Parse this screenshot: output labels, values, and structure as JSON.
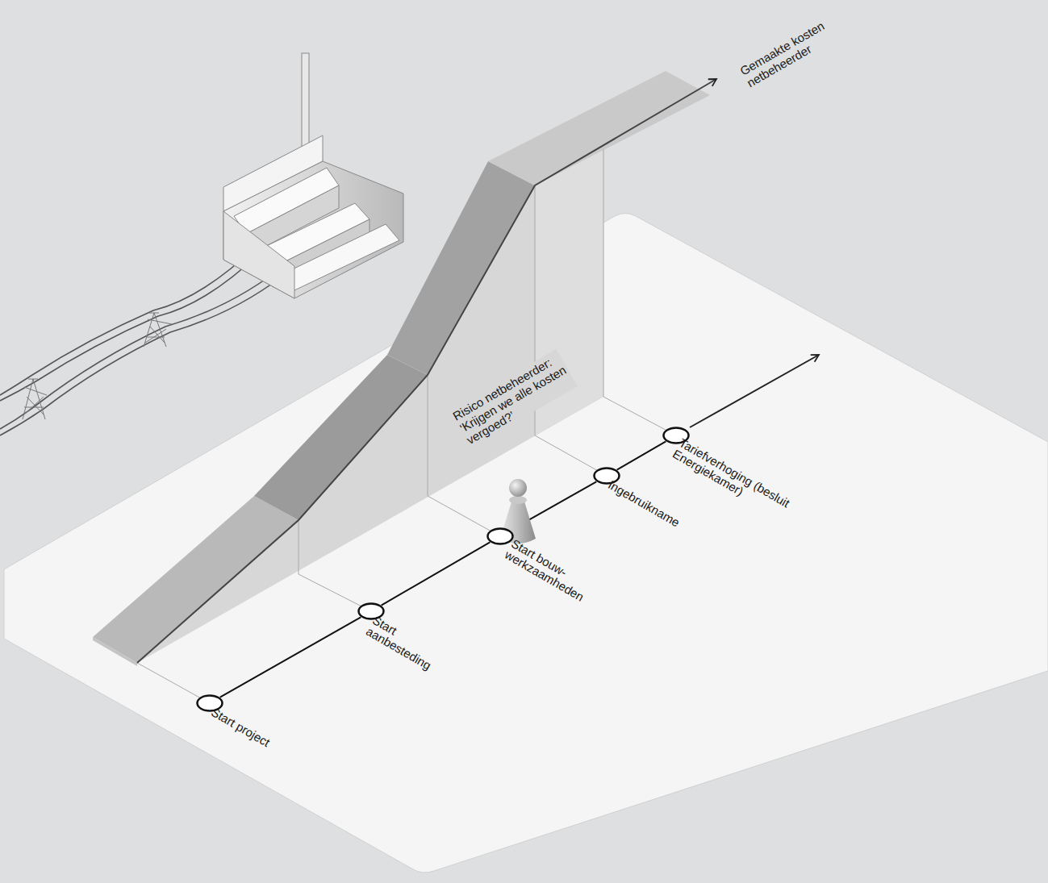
{
  "diagram": {
    "nodes": [
      {
        "text": [
          "Start project"
        ]
      },
      {
        "text": [
          "Start aanbesteding"
        ]
      },
      {
        "text": [
          "Start bouw- werkzaamheden"
        ]
      },
      {
        "text": [
          "Ingebruikname"
        ]
      },
      {
        "text": [
          "Tariefverhoging (besluit Energiekamer)"
        ]
      }
    ],
    "edges": [
      {
        "from": 0,
        "to": 1,
        "arrow": "none"
      },
      {
        "from": 1,
        "to": 2,
        "arrow": "none"
      },
      {
        "from": 2,
        "to": 3,
        "arrow": "none"
      },
      {
        "from": 3,
        "to": 4,
        "arrow": "none"
      }
    ],
    "labels": [
      "Gemaakte kosten netbeheerder",
      "Risico netbeheerder: ‘Krijgen we alle kosten vergoed?’"
    ]
  }
}
